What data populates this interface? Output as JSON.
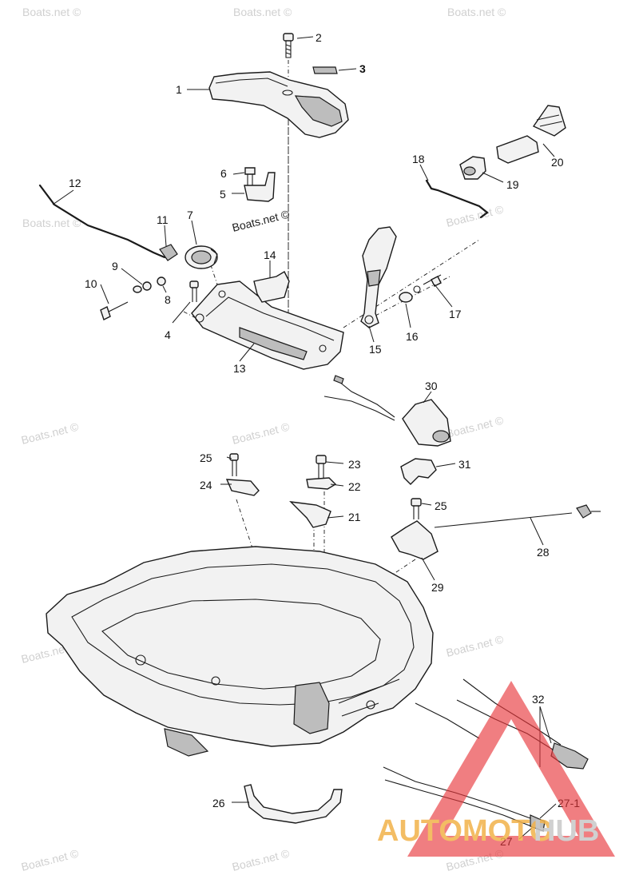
{
  "watermark_text": "Boats.net ©",
  "logo": {
    "part_a": "AUTOMOTO",
    "part_b": "HUB",
    "colors": {
      "triangle": "#e8353a",
      "text_orange": "#f2b24a",
      "text_gray": "#c8c8c8"
    }
  },
  "callouts": {
    "c1": "1",
    "c2": "2",
    "c3": "3",
    "c4": "4",
    "c5": "5",
    "c6": "6",
    "c7": "7",
    "c8": "8",
    "c9": "9",
    "c10": "10",
    "c11": "11",
    "c12": "12",
    "c13": "13",
    "c14": "14",
    "c15": "15",
    "c16": "16",
    "c17": "17",
    "c18": "18",
    "c19": "19",
    "c20": "20",
    "c21": "21",
    "c22": "22",
    "c23": "23",
    "c24": "24",
    "c25a": "25",
    "c25b": "25",
    "c26": "26",
    "c27": "27",
    "c27_1": "27-1",
    "c28": "28",
    "c29": "29",
    "c30": "30",
    "c31": "31",
    "c32": "32"
  }
}
